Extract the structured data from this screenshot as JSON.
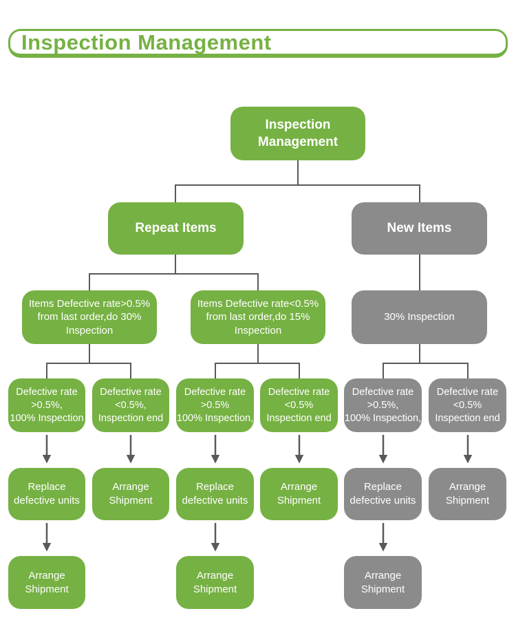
{
  "header": {
    "title": "Inspection Management"
  },
  "colors": {
    "accent_green": "#76b143",
    "node_gray": "#8b8b8b",
    "connector_gray": "#58595b",
    "node_text": "#ffffff",
    "background": "#ffffff"
  },
  "flowchart": {
    "nodes": [
      {
        "id": "inspection-management",
        "label": "Inspection\nManagement",
        "variant": "green"
      },
      {
        "id": "repeat-items",
        "label": "Repeat Items",
        "variant": "green"
      },
      {
        "id": "new-items",
        "label": "New Items",
        "variant": "gray"
      },
      {
        "id": "repeat-high-rate",
        "label": "Items Defective rate>0.5%\nfrom last order,do 30%\nInspection",
        "variant": "green"
      },
      {
        "id": "repeat-low-rate",
        "label": "Items Defective rate<0.5%\nfrom last order,do 15%\nInspection",
        "variant": "green"
      },
      {
        "id": "new-items-inspection",
        "label": "30% Inspection",
        "variant": "gray"
      },
      {
        "id": "repeat30-high",
        "label": "Defective rate\n>0.5%,\n100% Inspection",
        "variant": "green"
      },
      {
        "id": "repeat30-low",
        "label": "Defective rate\n<0.5%,\nInspection end",
        "variant": "green"
      },
      {
        "id": "repeat15-high",
        "label": "Defective rate\n>0.5%\n100% Inspection,",
        "variant": "green"
      },
      {
        "id": "repeat15-low",
        "label": "Defective rate\n<0.5%\nInspection end",
        "variant": "green"
      },
      {
        "id": "new30-high",
        "label": "Defective rate\n>0.5%,\n100% Inspection,",
        "variant": "gray"
      },
      {
        "id": "new30-low",
        "label": "Defective rate\n<0.5%\nInspection end",
        "variant": "gray"
      },
      {
        "id": "repeat30-replace",
        "label": "Replace\ndefective units",
        "variant": "green"
      },
      {
        "id": "repeat30-ship",
        "label": "Arrange\nShipment",
        "variant": "green"
      },
      {
        "id": "repeat15-replace",
        "label": "Replace\ndefective units",
        "variant": "green"
      },
      {
        "id": "repeat15-ship",
        "label": "Arrange\nShipment",
        "variant": "green"
      },
      {
        "id": "new30-replace",
        "label": "Replace\ndefective units",
        "variant": "gray"
      },
      {
        "id": "new30-ship",
        "label": "Arrange\nShipment",
        "variant": "gray"
      },
      {
        "id": "repeat30-replace-ship",
        "label": "Arrange\nShipment",
        "variant": "green"
      },
      {
        "id": "repeat15-replace-ship",
        "label": "Arrange\nShipment",
        "variant": "green"
      },
      {
        "id": "new30-replace-ship",
        "label": "Arrange\nShipment",
        "variant": "gray"
      }
    ],
    "edges": [
      {
        "from": "inspection-management",
        "to": "repeat-items",
        "arrow": false
      },
      {
        "from": "inspection-management",
        "to": "new-items",
        "arrow": false
      },
      {
        "from": "repeat-items",
        "to": "repeat-high-rate",
        "arrow": false
      },
      {
        "from": "repeat-items",
        "to": "repeat-low-rate",
        "arrow": false
      },
      {
        "from": "new-items",
        "to": "new-items-inspection",
        "arrow": false
      },
      {
        "from": "repeat-high-rate",
        "to": "repeat30-high",
        "arrow": false
      },
      {
        "from": "repeat-high-rate",
        "to": "repeat30-low",
        "arrow": false
      },
      {
        "from": "repeat-low-rate",
        "to": "repeat15-high",
        "arrow": false
      },
      {
        "from": "repeat-low-rate",
        "to": "repeat15-low",
        "arrow": false
      },
      {
        "from": "new-items-inspection",
        "to": "new30-high",
        "arrow": false
      },
      {
        "from": "new-items-inspection",
        "to": "new30-low",
        "arrow": false
      },
      {
        "from": "repeat30-high",
        "to": "repeat30-replace",
        "arrow": true
      },
      {
        "from": "repeat30-low",
        "to": "repeat30-ship",
        "arrow": true
      },
      {
        "from": "repeat15-high",
        "to": "repeat15-replace",
        "arrow": true
      },
      {
        "from": "repeat15-low",
        "to": "repeat15-ship",
        "arrow": true
      },
      {
        "from": "new30-high",
        "to": "new30-replace",
        "arrow": true
      },
      {
        "from": "new30-low",
        "to": "new30-ship",
        "arrow": true
      },
      {
        "from": "repeat30-replace",
        "to": "repeat30-replace-ship",
        "arrow": true
      },
      {
        "from": "repeat15-replace",
        "to": "repeat15-replace-ship",
        "arrow": true
      },
      {
        "from": "new30-replace",
        "to": "new30-replace-ship",
        "arrow": true
      }
    ]
  }
}
